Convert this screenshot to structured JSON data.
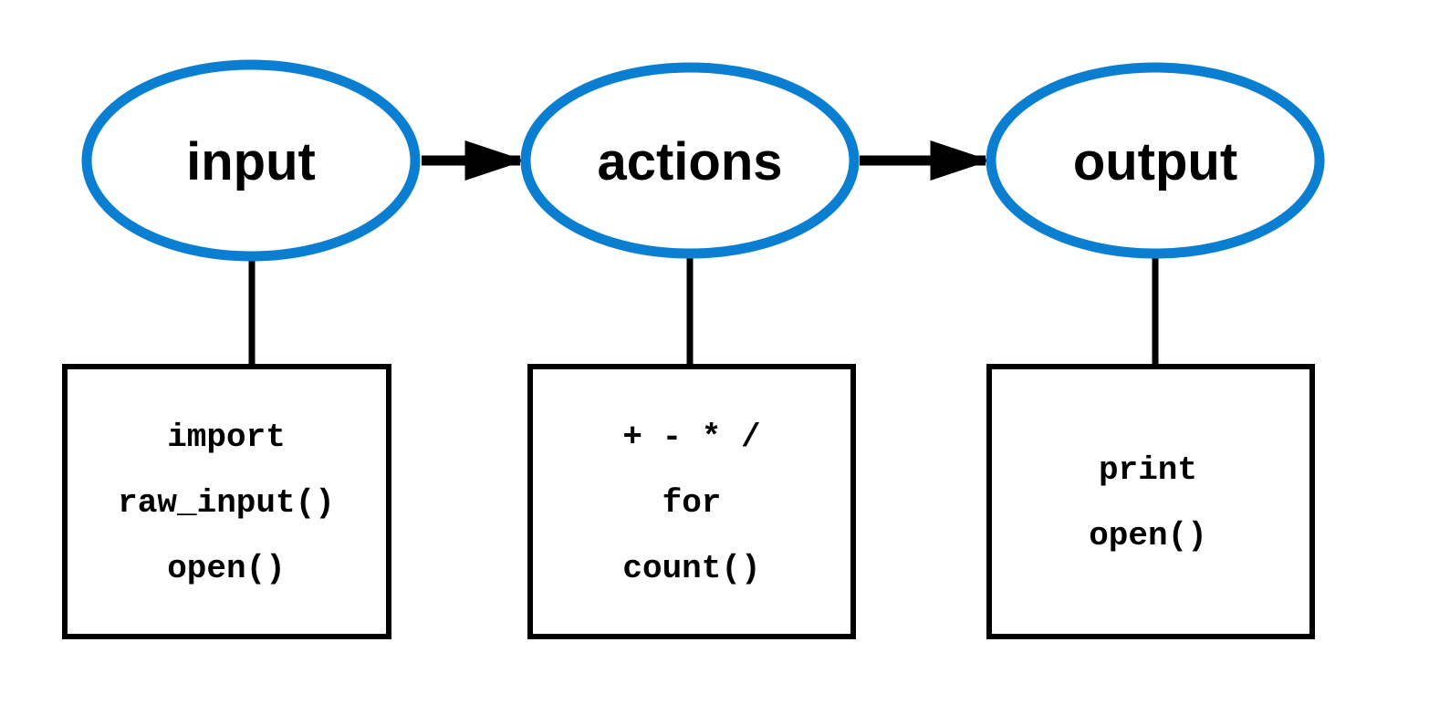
{
  "colors": {
    "ellipse_stroke": "#0a7fd2",
    "line": "#000000",
    "background": "#ffffff"
  },
  "nodes": [
    {
      "label": "input",
      "lines": [
        "import",
        "raw_input()",
        "open()"
      ]
    },
    {
      "label": "actions",
      "lines": [
        "+ - * /",
        "for",
        "count()"
      ]
    },
    {
      "label": "output",
      "lines": [
        "print",
        "open()"
      ]
    }
  ]
}
